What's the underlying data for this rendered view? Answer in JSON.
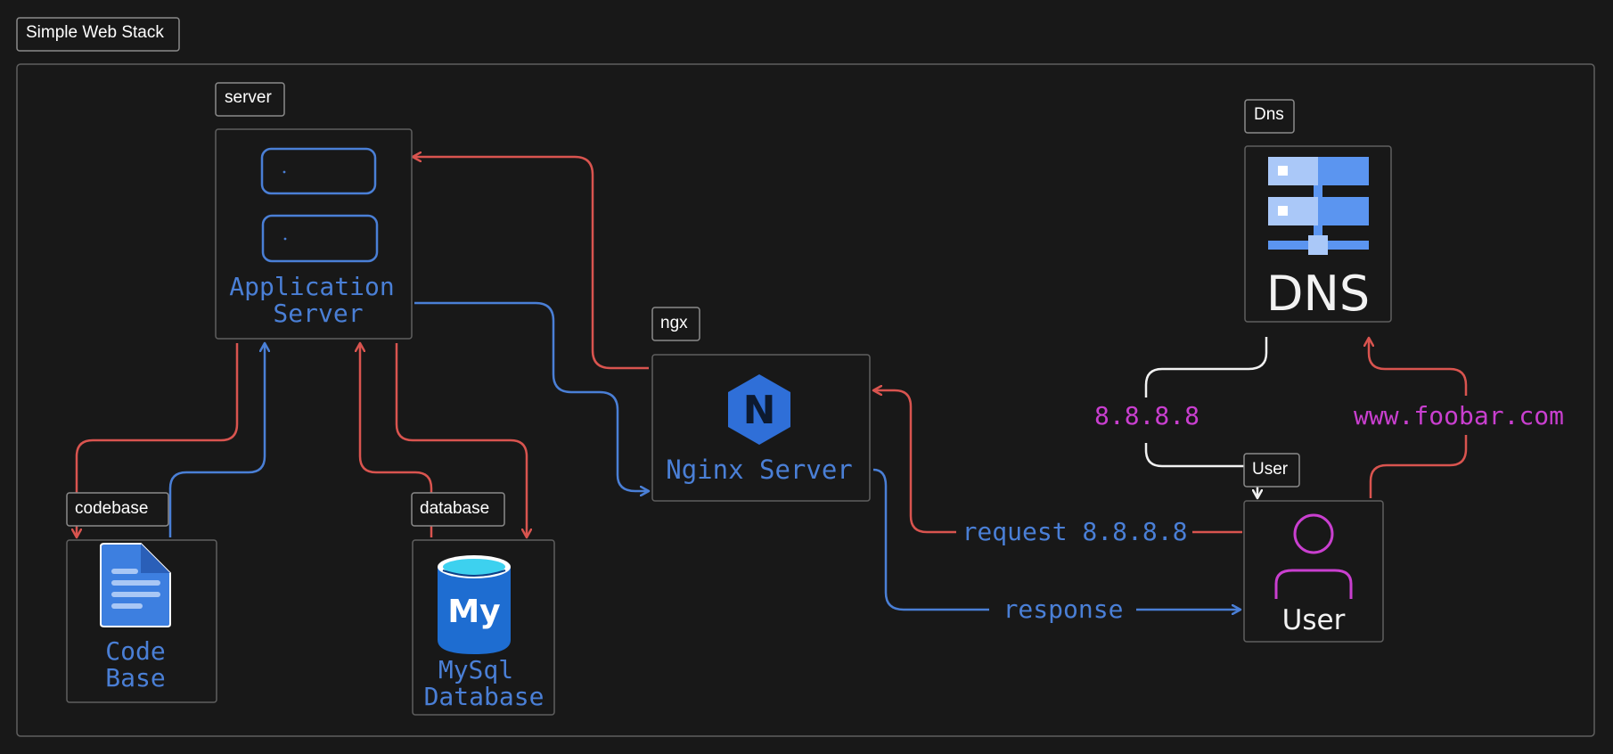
{
  "frame": {
    "title": "Simple Web Stack"
  },
  "labels": {
    "server": "server",
    "codebase": "codebase",
    "database": "database",
    "ngx": "ngx",
    "dns": "Dns",
    "user": "User"
  },
  "nodes": {
    "app_server": {
      "line1": "Application",
      "line2": "Server"
    },
    "codebase": {
      "line1": "Code",
      "line2": "Base"
    },
    "database": {
      "line1": "MySql",
      "line2": "Database",
      "logo_text": "My"
    },
    "nginx": {
      "name": "Nginx Server",
      "logo_letter": "N"
    },
    "dns": {
      "text": "DNS"
    },
    "user": {
      "text": "User"
    }
  },
  "edges": {
    "request": "request 8.8.8.8",
    "response": "response",
    "dns_answer": "8.8.8.8",
    "dns_query": "www.foobar.com"
  },
  "colors": {
    "background": "#181818",
    "border": "#5f5f5f",
    "blue": "#4a7fd6",
    "red": "#d9544f",
    "magenta": "#c93fcf",
    "white": "#f2f2f2"
  }
}
